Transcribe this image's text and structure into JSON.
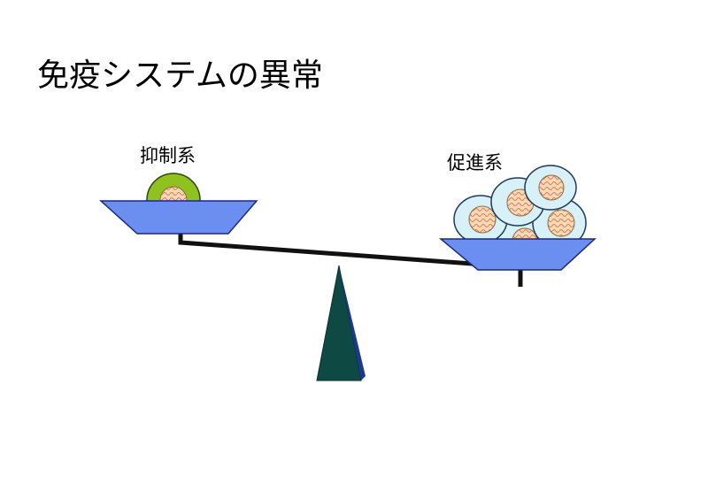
{
  "title": "免疫システムの異常",
  "labels": {
    "left": "抑制系",
    "right": "促進系"
  },
  "colors": {
    "pan": "#6b8ff0",
    "pan_stroke": "#1c2a7a",
    "beam": "#111111",
    "fulcrum_dark": "#0e4a43",
    "fulcrum_side": "#1b3a8f",
    "suppressor_ring": "#8fc21f",
    "cell_fill": "#d8f0f8",
    "nucleus_fill": "#f7d8b8",
    "nucleus_wave": "#d46a2a"
  }
}
